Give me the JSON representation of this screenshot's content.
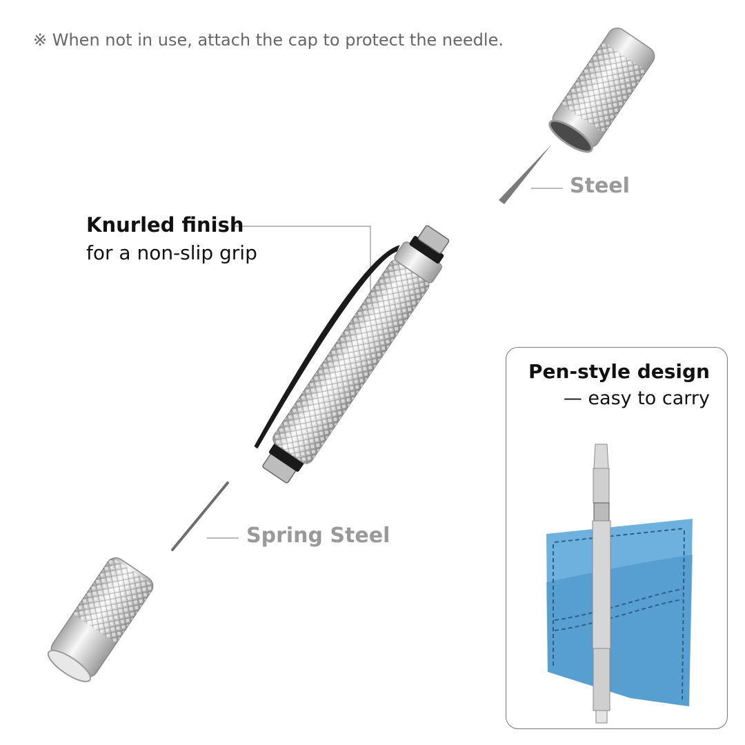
{
  "note": "※ When not in use, attach the cap to protect the needle.",
  "labels": {
    "knurled_title": "Knurled finish",
    "knurled_sub": "for a non-slip grip",
    "steel": "Steel",
    "spring_steel": "Spring Steel"
  },
  "inset": {
    "title": "Pen-style design",
    "subtitle": "— easy to carry"
  },
  "colors": {
    "metal_light": "#f2f2f2",
    "metal_mid": "#c8c8c8",
    "metal_dark": "#8a8a8a",
    "clip_dark": "#1a1a1a",
    "pocket_blue": "#6fb1de",
    "pocket_blue_dark": "#4a93c8",
    "stitch": "#2c5f86"
  }
}
